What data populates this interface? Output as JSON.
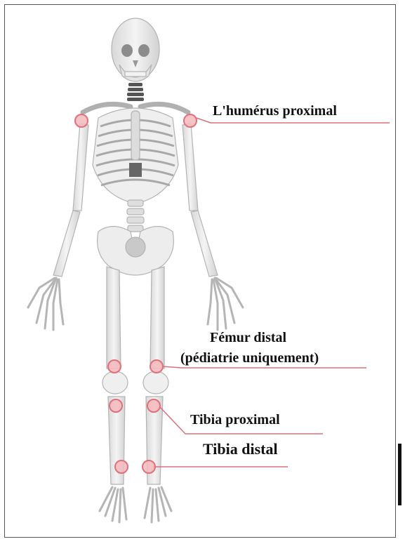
{
  "labels": {
    "humerus": "L'humérus proximal",
    "femur_line1": "Fémur distal",
    "femur_line2": "(pédiatrie uniquement)",
    "tibia_prox": "Tibia proximal",
    "tibia_dist": "Tibia distal"
  },
  "colors": {
    "marker_fill": "#f4b8bd",
    "marker_stroke": "#e0707a",
    "leader_line": "#d9707a",
    "bone": "#e9e9e9",
    "bone_outline": "#b5b5b5"
  }
}
